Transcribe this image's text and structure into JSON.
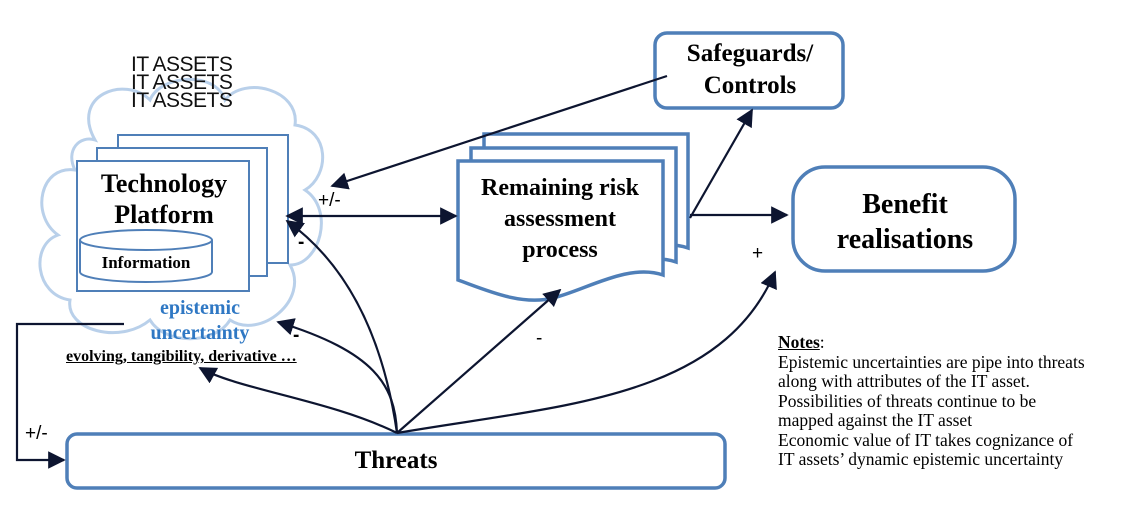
{
  "assets": {
    "labels": [
      "IT ASSETS",
      "IT ASSETS",
      "IT ASSETS"
    ]
  },
  "tech_platform": {
    "title_line1": "Technology",
    "title_line2": "Platform",
    "database_label": "Information"
  },
  "epistemic": {
    "line1": "epistemic",
    "line2": "uncertainty",
    "attributes": "evolving, tangibility, derivative …"
  },
  "safeguards": {
    "line1": "Safeguards/",
    "line2": "Controls"
  },
  "risk_process": {
    "line1": "Remaining risk",
    "line2": "assessment",
    "line3": "process"
  },
  "benefit": {
    "line1": "Benefit",
    "line2": "realisations"
  },
  "threats": {
    "label": "Threats"
  },
  "signs": {
    "plus_minus_risk": "+/-",
    "minus_platform": "-",
    "minus_uncertainty": "-",
    "minus_risk": "-",
    "plus_benefit": "+",
    "plus_minus_loop": "+/-"
  },
  "notes": {
    "heading": "Notes",
    "heading_suffix": ":",
    "lines": [
      "Epistemic uncertainties are pipe into threats",
      "along with attributes of the IT asset.",
      "Possibilities of threats continue to be",
      "mapped against the IT asset",
      "Economic value of IT takes cognizance of",
      "IT assets’ dynamic epistemic uncertainty"
    ]
  },
  "colors": {
    "box_border": "#4f7fb8",
    "cloud": "#b9d0ea",
    "arrow": "#0d1530",
    "epistemic_text": "#2f78c4"
  }
}
